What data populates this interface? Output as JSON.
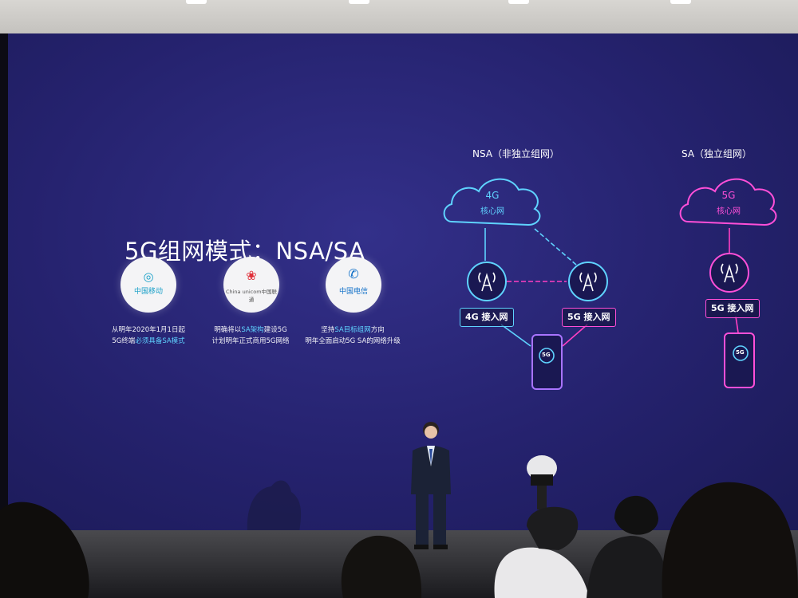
{
  "slide": {
    "title": "5G组网模式：NSA/SA",
    "operators": [
      {
        "name": "china-mobile",
        "mark": "中国移动",
        "caption_lines": [
          "从明年2020年1月1日起",
          "5G终端",
          "必须具备SA模式"
        ]
      },
      {
        "name": "china-unicom",
        "mark": "China unicom中国联通",
        "caption_lines": [
          "明确将以",
          "SA架构",
          "建设5G",
          "计划明年正式商用5G网络"
        ]
      },
      {
        "name": "china-telecom",
        "mark": "中国电信",
        "caption_lines": [
          "坚持",
          "SA目标组网",
          "方向",
          "明年全面启动5G SA的网络升级"
        ]
      }
    ],
    "nsa": {
      "heading": "NSA（非独立组网）",
      "core_gen": "4G",
      "core_label": "核心网",
      "access_4g": "4G 接入网",
      "access_5g": "5G 接入网",
      "phone_badge": "5G"
    },
    "sa": {
      "heading": "SA（独立组网）",
      "core_gen": "5G",
      "core_label": "核心网",
      "access_5g": "5G 接入网",
      "phone_badge": "5G"
    }
  },
  "colors": {
    "screen_bg": "#25226e",
    "nsa_accent": "#5fd3ff",
    "sa_accent": "#ff4fd8",
    "link_pink": "#ff3fc2",
    "highlight": "#5fd3ff"
  }
}
